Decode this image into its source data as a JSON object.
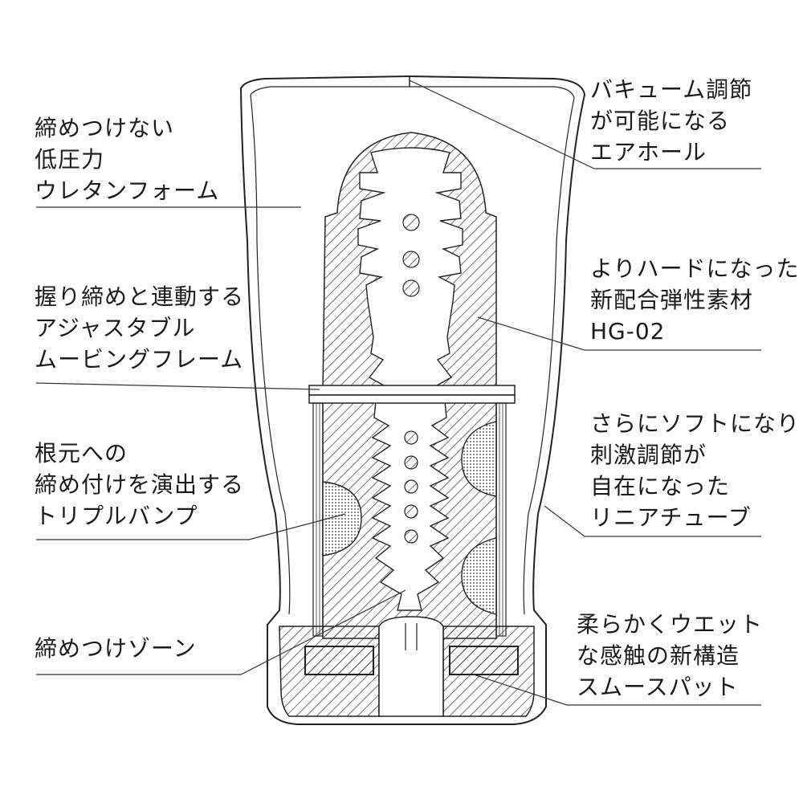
{
  "labels": {
    "air_hole": [
      "バキューム調節",
      "が可能になる",
      "エアホール"
    ],
    "urethane_foam": [
      "締めつけない",
      "低圧力",
      "ウレタンフォーム"
    ],
    "hg02_material": [
      "よりハードになった",
      "新配合弾性素材",
      "HG-02"
    ],
    "moving_frame": [
      "握り締めと連動する",
      "アジャスタブル",
      "ムービングフレーム"
    ],
    "linear_tube": [
      "さらにソフトになり",
      "刺激調節が",
      "自在になった",
      "リニアチューブ"
    ],
    "triple_bump": [
      "根元への",
      "締め付けを演出する",
      "トリプルバンプ"
    ],
    "tight_zone": [
      "締めつけゾーン"
    ],
    "smooth_pad": [
      "柔らかくウエット",
      "な感触の新構造",
      "スムースパット"
    ]
  },
  "colors": {
    "line": "#2a2a2a",
    "background": "#ffffff"
  }
}
